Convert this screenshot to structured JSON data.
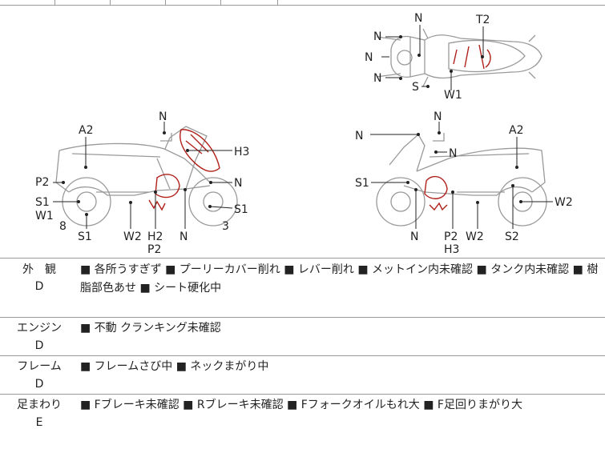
{
  "diagram": {
    "top_view": {
      "labels": {
        "n1": "N",
        "n2": "N",
        "n3": "N",
        "n4": "N",
        "t2": "T2",
        "s": "S",
        "w1": "W1"
      }
    },
    "left_view": {
      "labels": {
        "n_top": "N",
        "a2": "A2",
        "h3": "H3",
        "n_right": "N",
        "p2": "P2",
        "s1": "S1",
        "w1": "W1",
        "s1_right": "S1",
        "eight": "8",
        "s1_bottom": "S1",
        "w2": "W2",
        "h2": "H2",
        "p2_bottom": "P2",
        "n_bottom": "N",
        "three": "3"
      }
    },
    "right_view": {
      "labels": {
        "n_top": "N",
        "n_left": "N",
        "n_mid": "N",
        "a2": "A2",
        "s1": "S1",
        "w2": "W2",
        "n_bottom": "N",
        "p2": "P2",
        "h3": "H3",
        "w2_bottom": "W2",
        "s2": "S2"
      }
    }
  },
  "rows": [
    {
      "title": "外　観",
      "grade": "D",
      "text": "■ 各所うすぎず ■ プーリーカバー削れ ■ レバー削れ ■ メットイン内未確認 ■ タンク内未確認 ■ 樹脂部色あせ ■ シート硬化中"
    },
    {
      "title": "エンジン",
      "grade": "D",
      "text": "■ 不動 クランキング未確認"
    },
    {
      "title": "フレーム",
      "grade": "D",
      "text": "■ フレームさび中 ■ ネックまがり中"
    },
    {
      "title": "足まわり",
      "grade": "E",
      "text": "■ Fブレーキ未確認 ■ Rブレーキ未確認 ■ Fフォークオイルもれ大 ■ F足回りまがり大"
    }
  ]
}
